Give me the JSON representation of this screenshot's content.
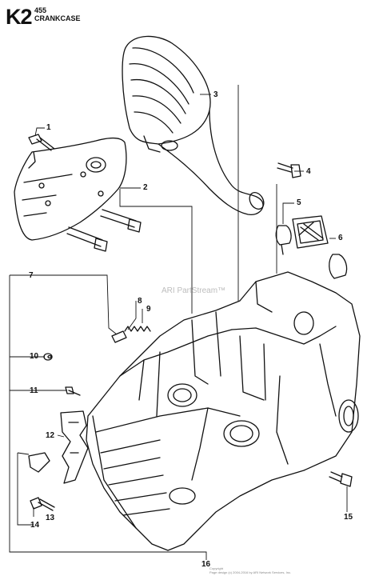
{
  "header": {
    "page_code": "K2",
    "model": "455",
    "title": "CRANKCASE"
  },
  "watermark": "ARI PartStream™",
  "footer": {
    "fine_print_1": "Copyright",
    "fine_print_2": "Page design (c) 2004-2016 by ARI Network Services, Inc."
  },
  "callouts": [
    "1",
    "2",
    "3",
    "4",
    "5",
    "6",
    "7",
    "8",
    "9",
    "10",
    "11",
    "12",
    "13",
    "14",
    "15",
    "16"
  ]
}
